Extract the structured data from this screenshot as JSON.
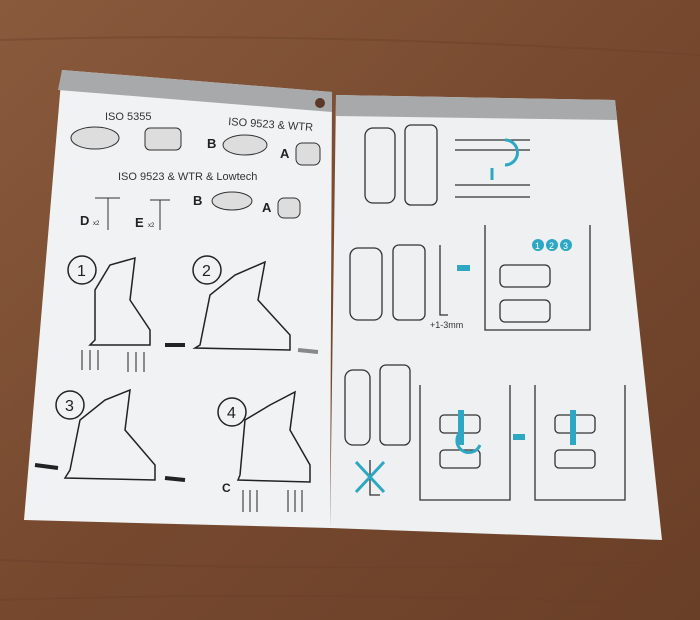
{
  "left_page": {
    "iso_5355": "ISO 5355",
    "iso_9523_wtr": "ISO 9523 & WTR",
    "iso_lowtech": "ISO 9523 & WTR & Lowtech",
    "label_b": "B",
    "label_a": "A",
    "label_d": "D",
    "label_e": "E",
    "qty": "x2",
    "steps": [
      "1",
      "2",
      "3",
      "4"
    ],
    "label_c": "C"
  },
  "right_page": {
    "measure": "+1-3mm",
    "positions": [
      "1",
      "2",
      "3"
    ]
  },
  "colors": {
    "wood": "#7c4f33",
    "page": "#f1f2f4",
    "band": "#a7a9ab",
    "accent": "#2ea7c2"
  }
}
